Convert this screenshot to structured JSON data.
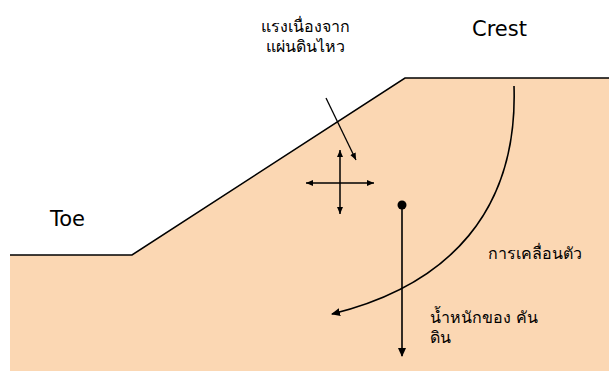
{
  "diagram": {
    "labels": [
      "Crest",
      "Toe",
      "แรงเนื่องจาก แผ่นดินไหว",
      "การเคลื่อนตัว",
      "น้ำหนักของ คันดิน"
    ]
  }
}
